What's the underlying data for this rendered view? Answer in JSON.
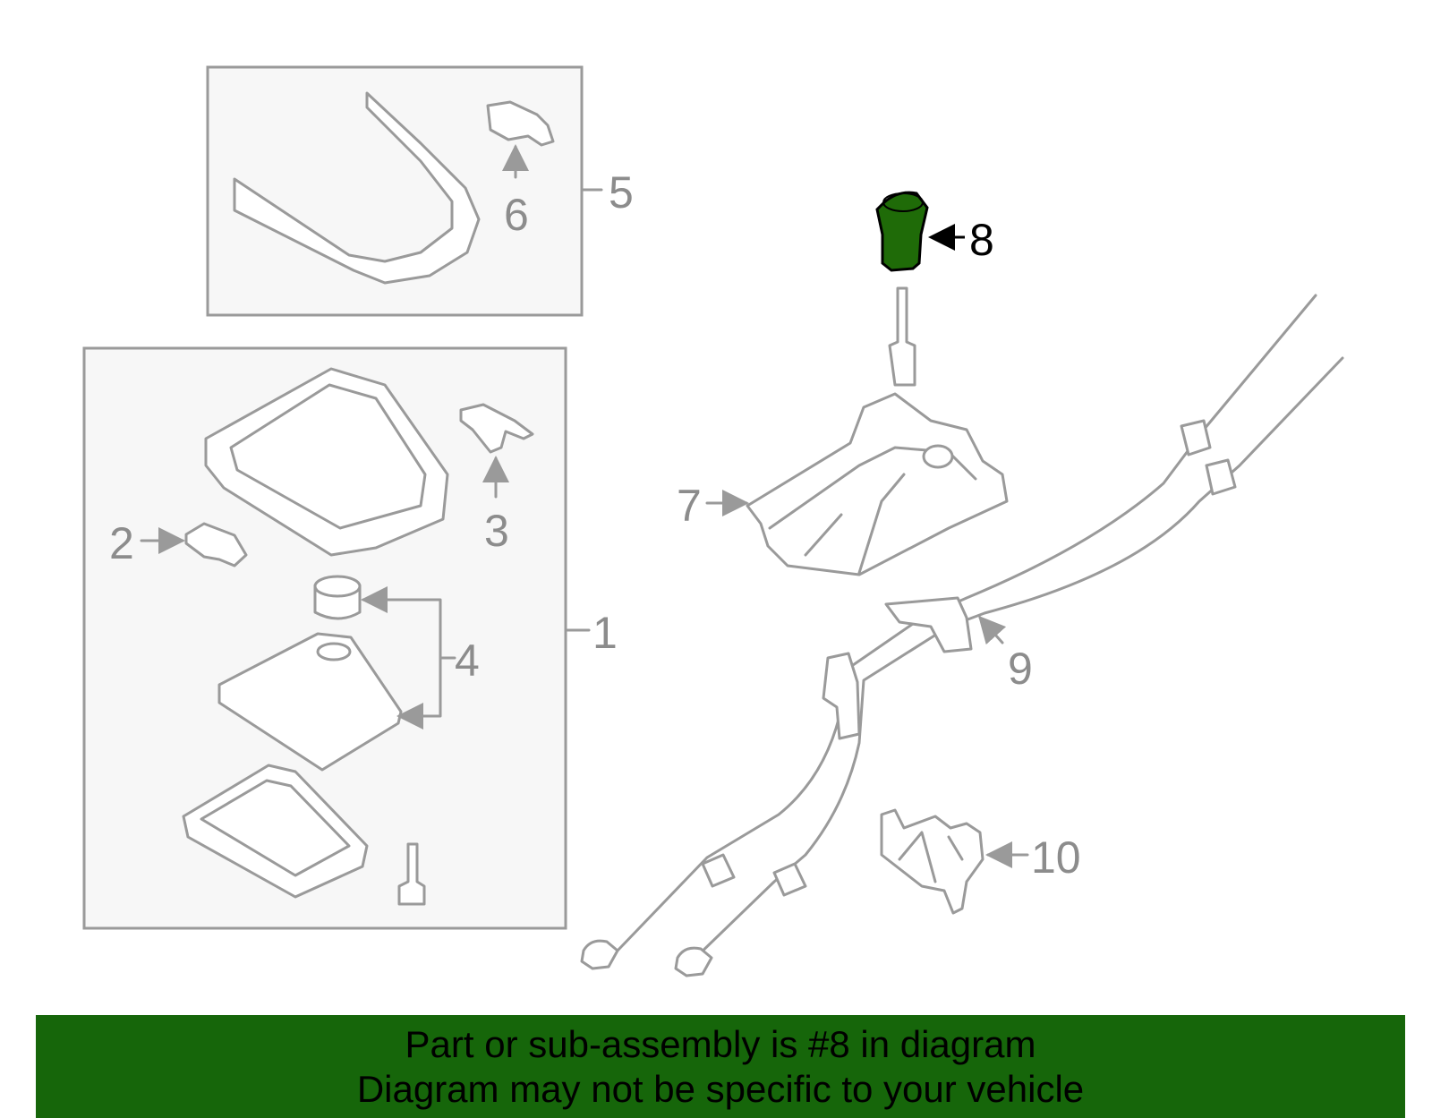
{
  "colors": {
    "highlight": "#1f6b08",
    "banner_bg": "#16660a",
    "line": "#9a9a9a",
    "frame_bg": "#f7f7f7"
  },
  "callouts": {
    "c1": "1",
    "c2": "2",
    "c3": "3",
    "c4": "4",
    "c5": "5",
    "c6": "6",
    "c7": "7",
    "c8": "8",
    "c9": "9",
    "c10": "10"
  },
  "banner": {
    "line1": "Part or sub-assembly is #8 in diagram",
    "line2": "Diagram may not be specific to your vehicle"
  }
}
